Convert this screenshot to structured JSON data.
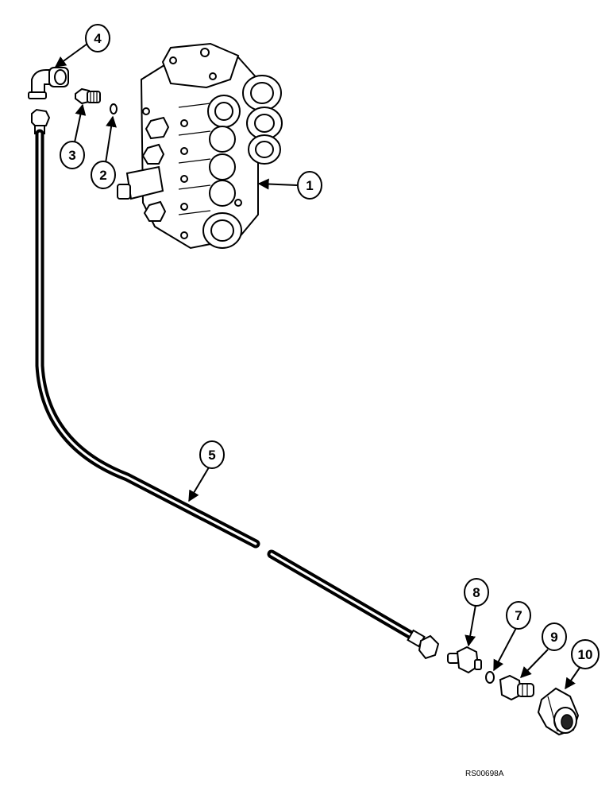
{
  "callouts": {
    "c1": "1",
    "c2": "2",
    "c3": "3",
    "c4": "4",
    "c5": "5",
    "c7": "7",
    "c8": "8",
    "c9": "9",
    "c10": "10"
  },
  "reference_code": "RS00698A"
}
